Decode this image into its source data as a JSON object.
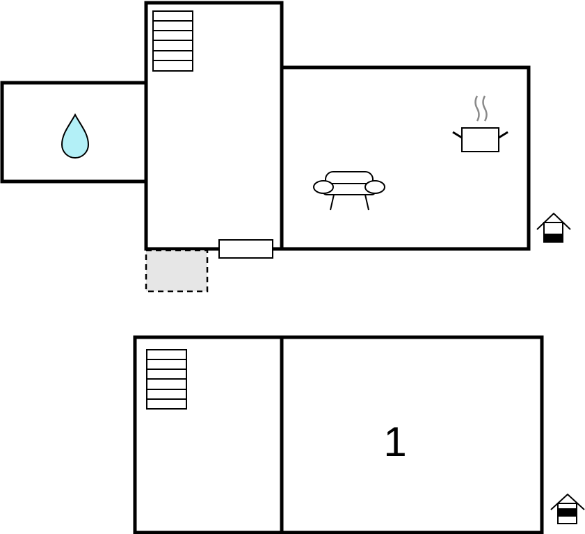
{
  "floors": [
    {
      "rooms": [
        {
          "id": "bathroom",
          "icon": "water-drop-icon"
        },
        {
          "id": "hallway",
          "icon": "staircase-icon"
        },
        {
          "id": "living-kitchen",
          "icons": [
            "cooking-pot-icon",
            "sofa-icon"
          ]
        }
      ],
      "features": [
        "window",
        "terrace"
      ],
      "level_icon": "house-ground-floor-icon"
    },
    {
      "rooms": [
        {
          "id": "stair-room",
          "icon": "staircase-icon"
        },
        {
          "id": "bedroom",
          "label": "1"
        }
      ],
      "level_icon": "house-upper-floor-icon"
    }
  ],
  "colors": {
    "wall": "#000000",
    "water": "#b3f0f7",
    "terrace": "#e6e6e6",
    "steam": "#8a8a8a"
  }
}
